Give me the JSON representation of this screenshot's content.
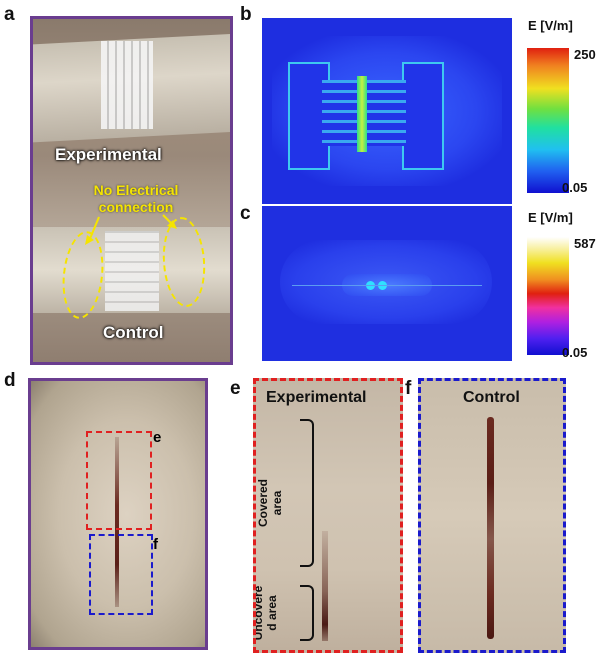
{
  "panels": {
    "a": {
      "label": "a",
      "experimental_text": "Experimental",
      "no_connection_line1": "No Electrical",
      "no_connection_line2": "connection",
      "control_text": "Control"
    },
    "b": {
      "label": "b",
      "unit": "E [V/m]",
      "max": "250",
      "min": "0.05"
    },
    "c": {
      "label": "c",
      "unit": "E [V/m]",
      "max": "587",
      "min": "0.05"
    },
    "d": {
      "label": "d",
      "box_e_label": "e",
      "box_f_label": "f"
    },
    "e": {
      "label": "e",
      "title": "Experimental",
      "covered_line1": "Covered",
      "covered_line2": "area",
      "uncovered_line1": "Uncovere",
      "uncovered_line2": "d area"
    },
    "f": {
      "label": "f",
      "title": "Control"
    }
  },
  "colors": {
    "purple_frame": "#6a3d8f",
    "red_dash": "#e02020",
    "blue_dash": "#1a1acc",
    "sim_bg": "#1f2fe0",
    "annotation_yellow": "#f5e400"
  }
}
